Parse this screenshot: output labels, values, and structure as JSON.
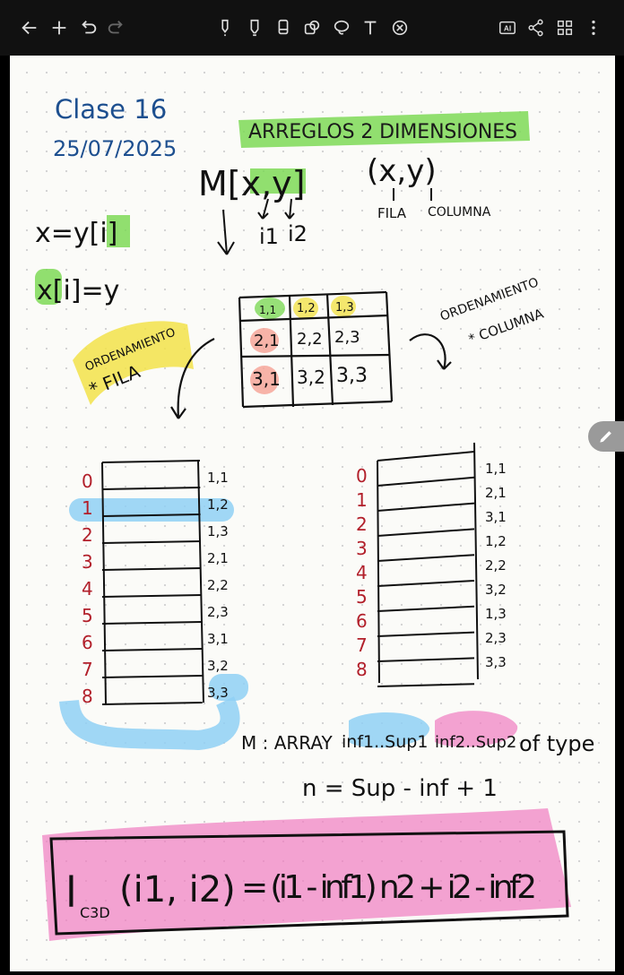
{
  "toolbar": {
    "left": [
      {
        "name": "back-icon",
        "label": "←"
      },
      {
        "name": "add-icon",
        "label": "+"
      },
      {
        "name": "undo-icon",
        "label": "↶"
      },
      {
        "name": "redo-icon",
        "label": "↷"
      }
    ],
    "tools": [
      "pen-icon",
      "marker-icon",
      "eraser-icon",
      "shapes-icon",
      "lasso-icon",
      "text-icon",
      "close-circle-icon"
    ],
    "right": [
      "ai-icon",
      "share-icon",
      "grid-icon",
      "more-icon"
    ],
    "ai_label": "AI"
  },
  "note": {
    "clase": "Clase 16",
    "date": "25/07/2025",
    "title": "ARREGLOS 2 DIMENSIONES",
    "m_notation": "M[x,y]",
    "i1": "i1",
    "i2": "i2",
    "xy": "(x,y)",
    "fila": "FILA",
    "columna": "COLUMNA",
    "eq1": "x=y[i]",
    "eq2": "x[i]=y",
    "ordenamiento_fila": "ORDENAMIENTO",
    "fila_star": "* FILA",
    "ordenamiento_col": "ORDENAMIENTO",
    "col_star": "* COLUMNA",
    "matrix": [
      [
        "1,1",
        "1,2",
        "1,3"
      ],
      [
        "2,1",
        "2,2",
        "2,3"
      ],
      [
        "3,1",
        "3,2",
        "3,3"
      ]
    ],
    "row_major": {
      "indices": [
        "0",
        "1",
        "2",
        "3",
        "4",
        "5",
        "6",
        "7",
        "8"
      ],
      "labels": [
        "1,1",
        "1,2",
        "1,3",
        "2,1",
        "2,2",
        "2,3",
        "3,1",
        "3,2",
        "3,3"
      ]
    },
    "col_major": {
      "indices": [
        "0",
        "1",
        "2",
        "3",
        "4",
        "5",
        "6",
        "7",
        "8"
      ],
      "labels": [
        "1,1",
        "2,1",
        "3,1",
        "1,2",
        "2,2",
        "3,2",
        "1,3",
        "2,3",
        "3,3"
      ]
    },
    "array_def_m": "M : ARRAY",
    "array_range1": "inf1..Sup1",
    "array_range2": "inf2..Sup2",
    "array_def_tail": "of type",
    "n_formula": "n = Sup - inf + 1",
    "formula_lhs": "l",
    "formula_sub": "C3D",
    "formula_args": "(i1, i2)",
    "formula_rhs": "= (i1 - inf1) n2 + i2 - inf2"
  },
  "colors": {
    "highlight_green": "#7ed957",
    "highlight_yellow": "#f2e24a",
    "highlight_blue": "#8fd0f5",
    "highlight_red": "#f6a69a",
    "highlight_pink": "#f07cc0",
    "ink_blue": "#1d4f8f",
    "ink_red": "#b21f2a",
    "ink_black": "#111111"
  }
}
